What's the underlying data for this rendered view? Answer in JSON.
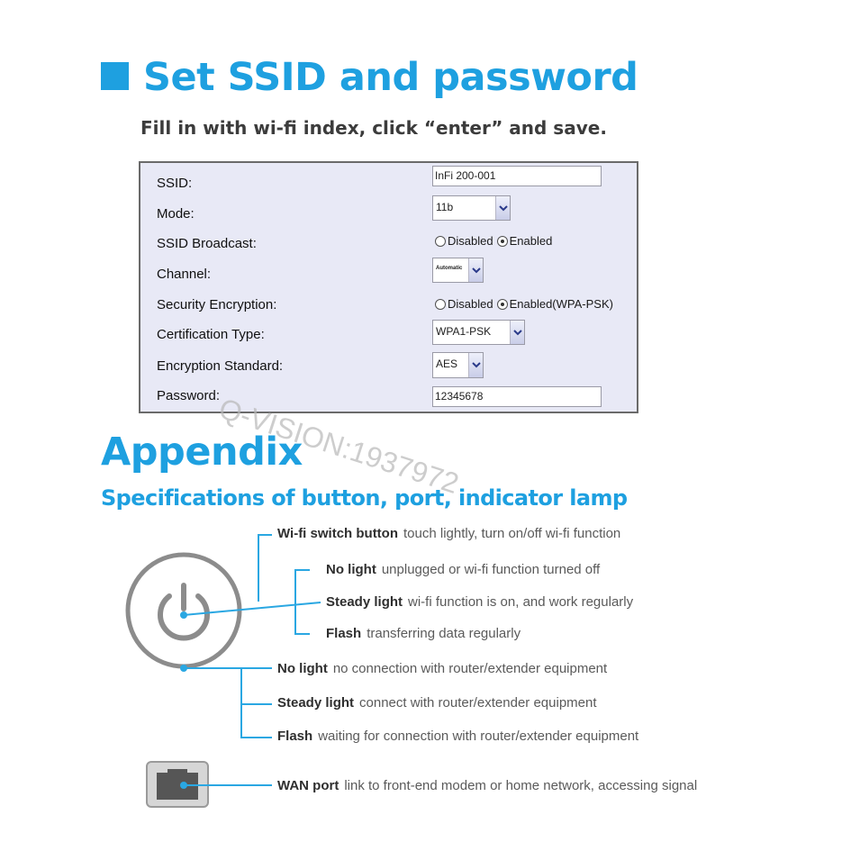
{
  "colors": {
    "accent": "#1ea0e0",
    "panel_bg": "#e8e9f6",
    "connector": "#2aa7e2",
    "icon_gray": "#8c8c8c",
    "watermark": "#b8b8b8"
  },
  "header": {
    "title": "Set SSID and password",
    "subtitle": "Fill in with wi-fi index, click “enter” and save."
  },
  "form": {
    "ssid": {
      "label": "SSID:",
      "value": "InFi 200-001"
    },
    "mode": {
      "label": "Mode:",
      "selected": "11b"
    },
    "ssid_broadcast": {
      "label": "SSID Broadcast:",
      "options": [
        "Disabled",
        "Enabled"
      ],
      "checked": "Enabled"
    },
    "channel": {
      "label": "Channel:",
      "selected": "Automatic"
    },
    "security_encryption": {
      "label": "Security Encryption:",
      "options": [
        "Disabled",
        "Enabled(WPA-PSK)"
      ],
      "checked": "Enabled(WPA-PSK)"
    },
    "certification_type": {
      "label": "Certification Type:",
      "selected": "WPA1-PSK"
    },
    "encryption_standard": {
      "label": "Encryption Standard:",
      "selected": "AES"
    },
    "password": {
      "label": "Password:",
      "value": "12345678"
    }
  },
  "watermark": "Q-VISION:1937972",
  "appendix": {
    "heading": "Appendix",
    "subheading": "Specifications of button, port, indicator lamp",
    "specs": [
      {
        "term": "Wi-fi switch button",
        "desc": "touch lightly, turn on/off wi-fi function"
      },
      {
        "term": "No light",
        "desc": "unplugged or wi-fi function turned off"
      },
      {
        "term": "Steady light",
        "desc": "wi-fi function is on, and work regularly"
      },
      {
        "term": "Flash",
        "desc": "transferring data regularly"
      },
      {
        "term": "No light",
        "desc": "no connection with router/extender equipment"
      },
      {
        "term": "Steady light",
        "desc": "connect with router/extender equipment"
      },
      {
        "term": "Flash",
        "desc": "waiting for connection with router/extender equipment"
      },
      {
        "term": "WAN port",
        "desc": "link to front-end modem or home network, accessing signal"
      }
    ]
  },
  "icons": [
    "power-button-icon",
    "wan-port-icon",
    "chevron-down-icon",
    "radio-button-icon"
  ]
}
